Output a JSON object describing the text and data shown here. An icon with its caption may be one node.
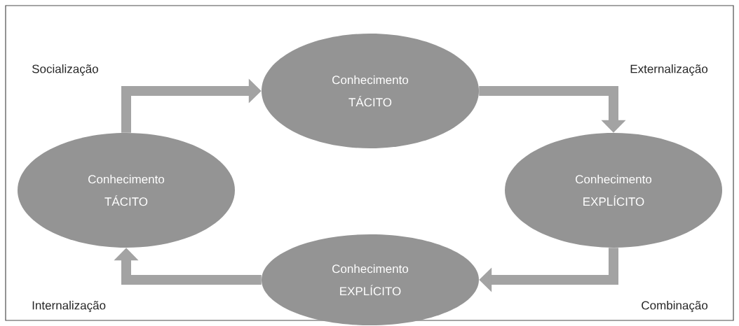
{
  "diagram": {
    "nodes": [
      {
        "text": [
          "Conhecimento",
          "TÁCITO"
        ]
      },
      {
        "text": [
          "Conhecimento",
          "TÁCITO"
        ]
      },
      {
        "text": [
          "Conhecimento",
          "EXPLÍCITO"
        ]
      },
      {
        "text": [
          "Conhecimento",
          "EXPLÍCITO"
        ]
      }
    ],
    "edges": [
      {
        "from": 1,
        "to": 0,
        "arrow": "to"
      },
      {
        "from": 0,
        "to": 2,
        "arrow": "to"
      },
      {
        "from": 2,
        "to": 3,
        "arrow": "to"
      },
      {
        "from": 3,
        "to": 1,
        "arrow": "to"
      }
    ],
    "labels": [
      "Socialização",
      "Externalização",
      "Internalização",
      "Combinação"
    ]
  }
}
